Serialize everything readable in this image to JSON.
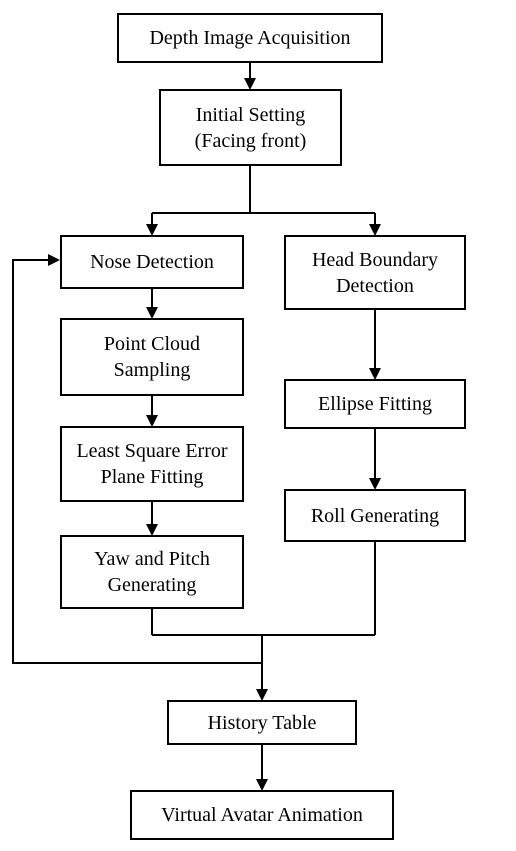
{
  "nodes": {
    "depth_image_acquisition": "Depth Image Acquisition",
    "initial_setting": "Initial Setting\n(Facing front)",
    "nose_detection": "Nose Detection",
    "head_boundary_detection": "Head Boundary\nDetection",
    "point_cloud_sampling": "Point Cloud\nSampling",
    "least_square_error_plane_fitting": "Least Square Error\nPlane Fitting",
    "yaw_and_pitch_generating": "Yaw and Pitch\nGenerating",
    "ellipse_fitting": "Ellipse Fitting",
    "roll_generating": "Roll Generating",
    "history_table": "History Table",
    "virtual_avatar_animation": "Virtual Avatar Animation"
  },
  "colors": {
    "stroke": "#000000",
    "fill": "#ffffff"
  }
}
